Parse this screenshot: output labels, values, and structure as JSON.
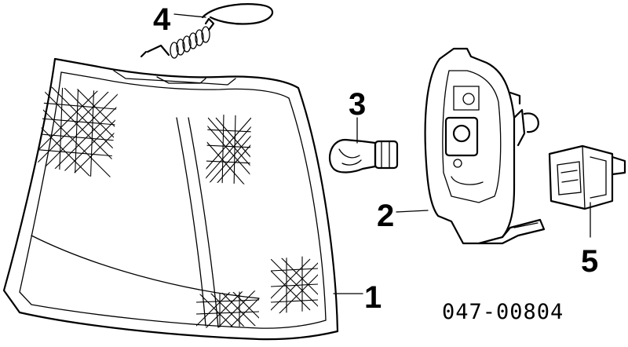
{
  "callouts": [
    {
      "id": "1",
      "label": "1"
    },
    {
      "id": "2",
      "label": "2"
    },
    {
      "id": "3",
      "label": "3"
    },
    {
      "id": "4",
      "label": "4"
    },
    {
      "id": "5",
      "label": "5"
    }
  ],
  "part_number": "047-00804"
}
